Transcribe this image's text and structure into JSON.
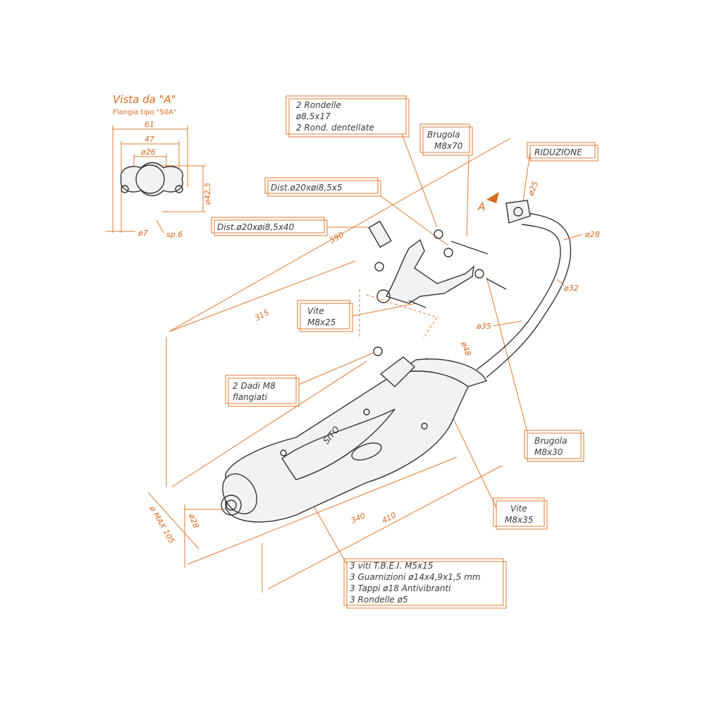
{
  "view": {
    "title": "Vista da \"A\"",
    "subtitle": "Flangia tipo \"50A\""
  },
  "flange_dims": {
    "d61": "61",
    "d47": "47",
    "d26": "ø26",
    "d42": "ø42,5",
    "d7": "ø7",
    "sp": "sp.6"
  },
  "labels": {
    "rondelle": [
      "2  Rondelle",
      "ø8,5x17",
      "2  Rond. dentellate"
    ],
    "brugola70": [
      "Brugola",
      "M8x70"
    ],
    "riduzione": "RIDUZIONE",
    "dist1": "Dist.ø20xøi8,5x5",
    "dist2": "Dist.ø20xøi8,5x40",
    "vite25": [
      "Vite",
      "M8x25"
    ],
    "dadi": [
      "2  Dadi  M8",
      "flangiati"
    ],
    "brugola30": [
      "Brugola",
      "M8x30"
    ],
    "vite35": [
      "Vite",
      "M8x35"
    ],
    "kit": [
      "3  viti  T.B.E.I.  M5x15",
      "3  Guarnizioni  ø14x4,9x1,5  mm",
      "3  Tappi  ø18  Antivibranti",
      "3  Rondelle  ø5"
    ]
  },
  "dims": {
    "d590": "590",
    "d315": "315",
    "d340": "340",
    "d410": "410",
    "d25": "ø25",
    "d28top": "ø28",
    "d32": "ø32",
    "d35": "ø35",
    "d48": "ø48",
    "d28": "ø28",
    "dmax": "ø MAX 105",
    "arrowA": "A"
  },
  "brand": "SITO"
}
